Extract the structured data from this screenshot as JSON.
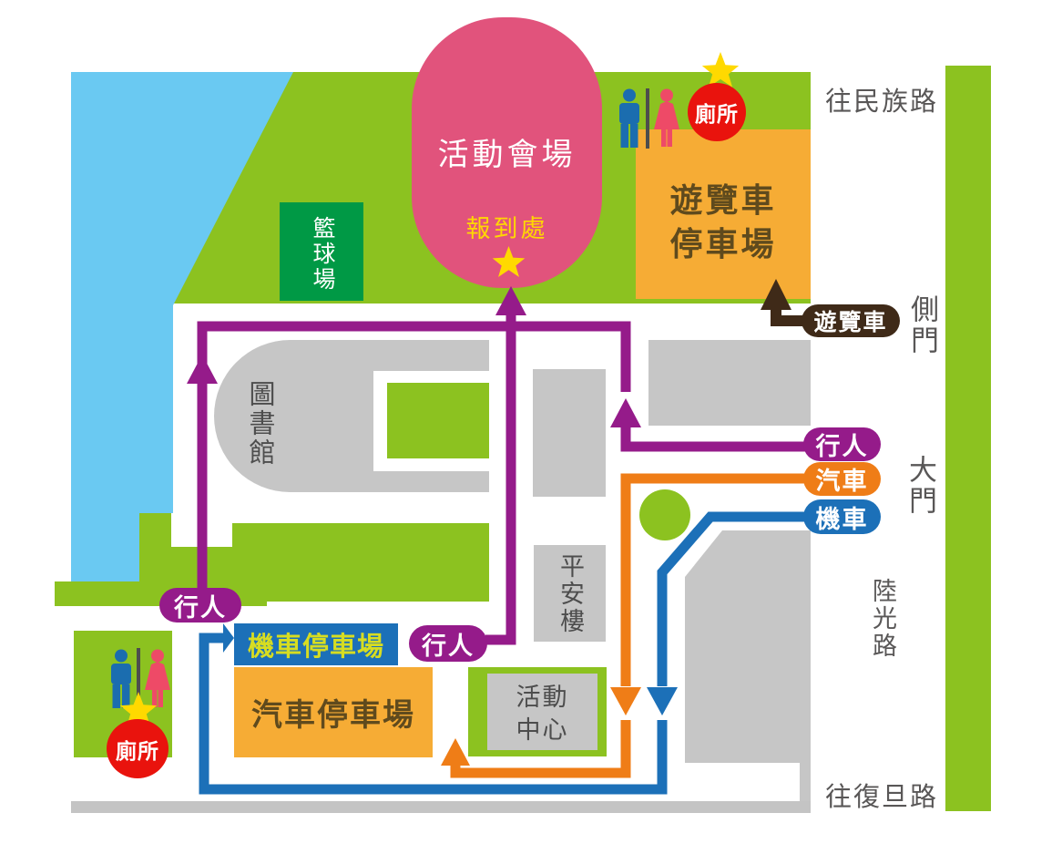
{
  "map": {
    "venue": {
      "title": "活動會場",
      "registration": "報到處"
    },
    "places": {
      "basketball": "籃球場",
      "library": "圖書館",
      "bus_parking": [
        "遊覽車",
        "停車場"
      ],
      "pingan": "平安樓",
      "activity_center": [
        "活動",
        "中心"
      ],
      "car_parking": "汽車停車場",
      "moto_parking": "機車停車場"
    },
    "roads": {
      "to_minzu": "往民族路",
      "side_gate": "側門",
      "main_gate": "大門",
      "luguang": "陸光路",
      "to_fudan": "往復旦路"
    },
    "legend": {
      "pedestrian": "行人",
      "car": "汽車",
      "motorcycle": "機車",
      "tour_bus": "遊覽車"
    },
    "toilet_label": "廁所",
    "colors": {
      "grass": "#8cc220",
      "court_green": "#009945",
      "water": "#6ac9f2",
      "venue_pink": "#e1537c",
      "pedestrian_purple": "#951b8a",
      "car_orange": "#ef7d17",
      "motorcycle_blue": "#1c70b8",
      "bus_brown": "#3f2a18",
      "parking_orange": "#f6ac35",
      "building_gray": "#c6c6c6",
      "star_yellow": "#ffd900",
      "toilet_red": "#e9130d"
    }
  }
}
